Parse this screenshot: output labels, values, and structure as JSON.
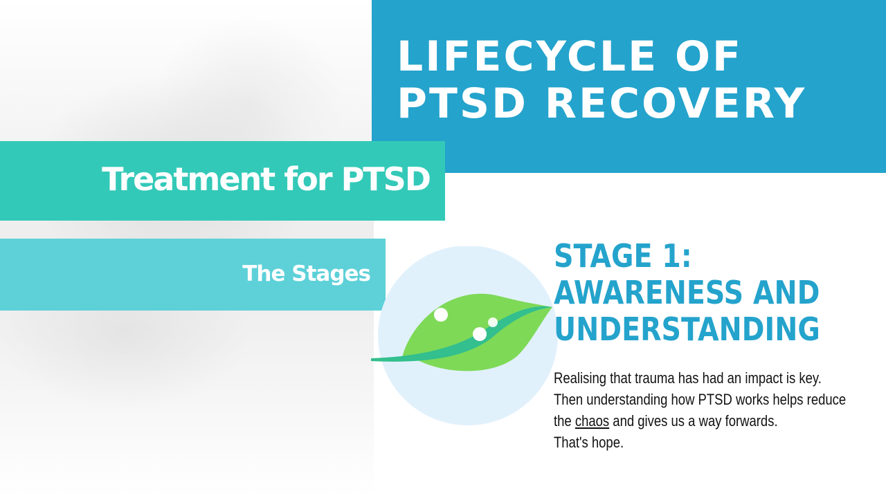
{
  "header": {
    "title": "LIFECYCLE OF\nPTSD RECOVERY"
  },
  "banner": {
    "treatment": "Treatment for PTSD",
    "subtitle": "The Stages"
  },
  "stage": {
    "heading": "STAGE 1:\nAWARENESS AND\nUNDERSTANDING",
    "line1": "Realising that trauma has had an impact is key.",
    "line2": "Then understanding how PTSD works helps reduce",
    "line3_before": "the ",
    "line3_link": "chaos",
    "line3_after": " and gives us a way forwards.",
    "line4": "That's hope."
  },
  "icons": {
    "leaf": "leaf-icon"
  },
  "colors": {
    "title_box": "#24a3cc",
    "treatment_box": "#33c9b8",
    "stages_box": "#5dd0d8",
    "leaf_green": "#7ed957",
    "circle_bg": "#e1f1fc",
    "heading_text": "#24a3cc"
  }
}
